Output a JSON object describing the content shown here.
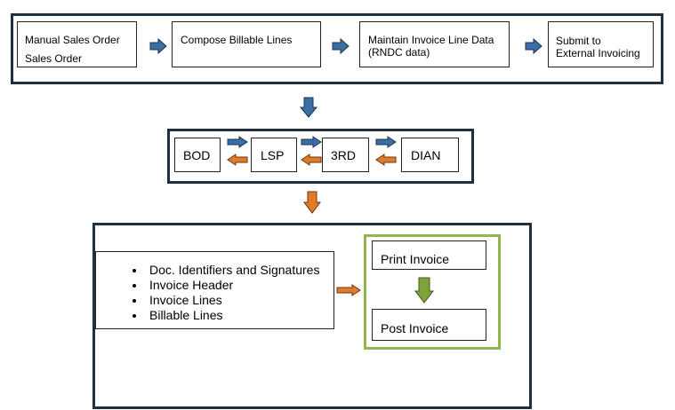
{
  "top_flow": {
    "steps": [
      {
        "line1": "Manual Sales Order",
        "line2": "Sales Order"
      },
      {
        "line1": "Compose Billable Lines",
        "line2": ""
      },
      {
        "line1": "Maintain Invoice Line Data",
        "line2": "(RNDC data)"
      },
      {
        "line1": "Submit to",
        "line2": "External Invoicing"
      }
    ]
  },
  "exchange_flow": {
    "nodes": [
      "BOD",
      "LSP",
      "3RD",
      "DIAN"
    ]
  },
  "invoice_panel": {
    "contents": [
      "Doc. Identifiers and Signatures",
      "Invoice Header",
      "Invoice Lines",
      "Billable Lines"
    ],
    "actions": [
      "Print Invoice",
      "Post Invoice"
    ]
  },
  "colors": {
    "frame": "#1f3040",
    "blue_arrow": "#3a6ea5",
    "orange_arrow": "#e07b2a",
    "green_arrow": "#7fa33a",
    "green_frame": "#92b64f"
  }
}
